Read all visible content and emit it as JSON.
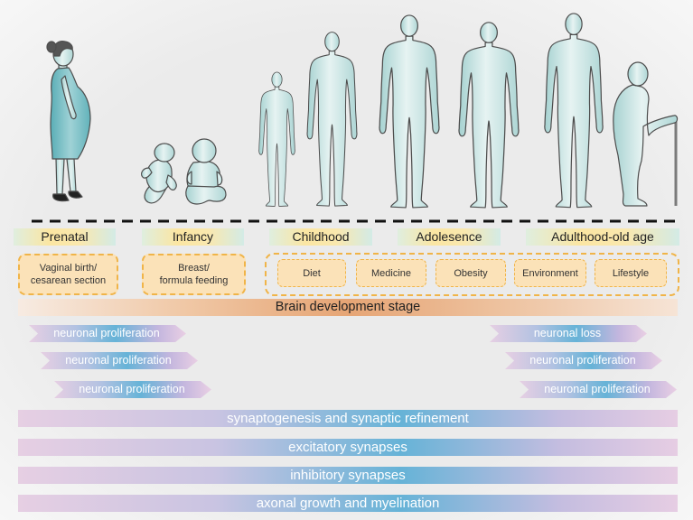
{
  "figures": [
    "pregnant-woman",
    "infant",
    "infant",
    "child",
    "child",
    "adult",
    "adult",
    "adult",
    "elderly-with-cane"
  ],
  "stages": [
    "Prenatal",
    "Infancy",
    "Childhood",
    "Adolesence",
    "Adulthood-old age"
  ],
  "factors": {
    "prenatal": [
      "Vaginal birth/",
      "cesarean section"
    ],
    "infancy": [
      "Breast/",
      "formula feeding"
    ],
    "later_life": [
      "Diet",
      "Medicine",
      "Obesity",
      "Environment",
      "Lifestyle"
    ]
  },
  "brain_development": "Brain development stage",
  "early_processes": [
    "neuronal proliferation",
    "neuronal proliferation",
    "neuronal proliferation"
  ],
  "late_processes": [
    "neuronal loss",
    "neuronal proliferation",
    "neuronal proliferation"
  ],
  "lifelong_processes": [
    "synaptogenesis and synaptic refinement",
    "excitatory synapses",
    "inhibitory synapses",
    "axonal growth and myelination"
  ],
  "colors": {
    "stage_yellow": "#fbe6a2",
    "stage_green": "#d3ebe6",
    "factor_fill": "#fbe2b8",
    "factor_border": "#f0b448",
    "brain_orange": "#e6a575",
    "process_pink": "#e6cfe3",
    "process_blue": "#66b3d7"
  }
}
